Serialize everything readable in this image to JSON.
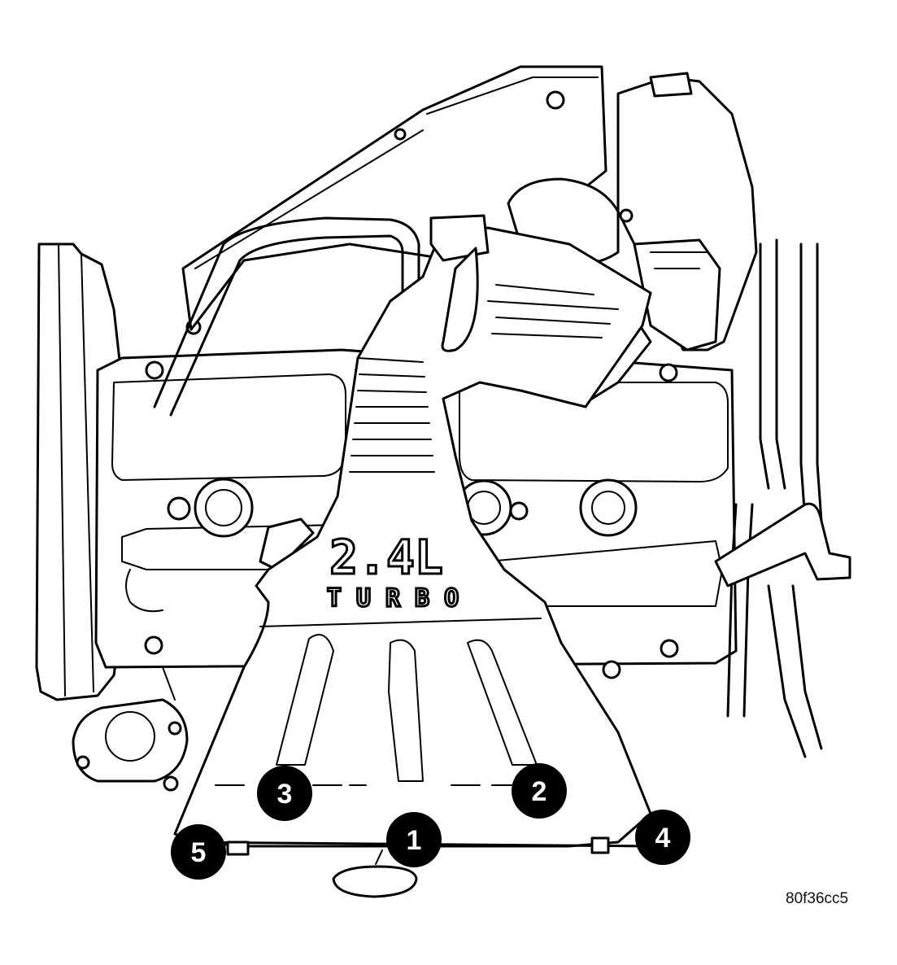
{
  "engine": {
    "displacement_text": "2.4L",
    "badge_text": "TURBO"
  },
  "callouts": [
    {
      "number": "1",
      "name": "callout-1"
    },
    {
      "number": "2",
      "name": "callout-2"
    },
    {
      "number": "3",
      "name": "callout-3"
    },
    {
      "number": "4",
      "name": "callout-4"
    },
    {
      "number": "5",
      "name": "callout-5"
    }
  ],
  "figure_id": "80f36cc5"
}
